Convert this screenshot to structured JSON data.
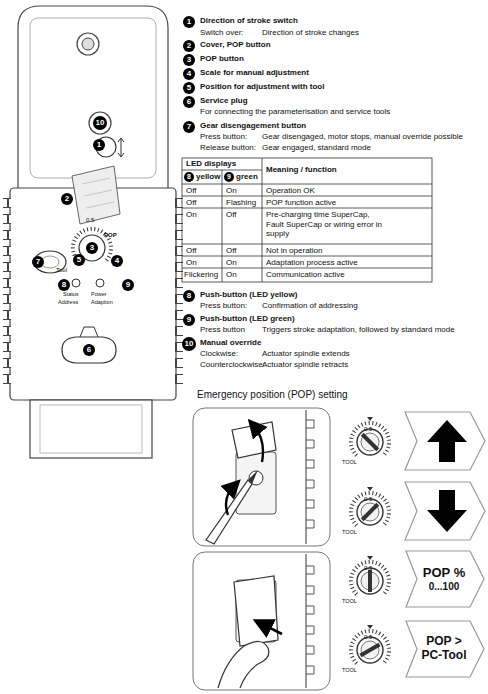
{
  "diagram": {
    "nodes": [
      {
        "text": [
          "POP %",
          "0...100"
        ]
      },
      {
        "text": [
          "POP >",
          "PC-Tool"
        ]
      }
    ],
    "labels": [
      "1",
      "Direction of stroke switch",
      "Switch over:",
      "Direction of stroke changes",
      "2",
      "Cover, POP button",
      "3",
      "POP button",
      "4",
      "Scale for manual adjustment",
      "5",
      "Position for adjustment with tool",
      "6",
      "Service plug",
      "For connecting the parameterisation and service tools",
      "7",
      "Gear disengagement button",
      "Press button:",
      "Gear disengaged, motor stops, manual override possible",
      "Release button:",
      "Gear engaged, standard mode",
      "LED displays",
      "8",
      "yellow",
      "9",
      "green",
      "Meaning / function",
      "Off",
      "On",
      "Operation OK",
      "Off",
      "Flashing",
      "POP function active",
      "On",
      "Off",
      "Pre-charging time SuperCap, Fault SuperCap or wiring error in supply",
      "Off",
      "Off",
      "Not in operation",
      "On",
      "On",
      "Adaptation process active",
      "Flickering",
      "On",
      "Communication active",
      "8",
      "Push-button (LED yellow)",
      "Press button:",
      "Confirmation of addressing",
      "9",
      "Push-button (LED green)",
      "Press button",
      "Triggers stroke adaptation, followed by standard mode",
      "10",
      "Manual override",
      "Clockwise:",
      "Actuator spindle extends",
      "Counterclockwise:",
      "Actuator spindle retracts",
      "Emergency position (POP) setting",
      "10",
      "1",
      "2",
      "0.5",
      "POP",
      "3",
      "7",
      "5",
      "4",
      "Tool",
      "8",
      "9",
      "Status",
      "Power",
      "Address",
      "Adaption",
      "6",
      "0.5",
      "TOOL",
      "0.5",
      "TOOL",
      "0.5",
      "TOOL",
      "0.5",
      "TOOL"
    ]
  }
}
